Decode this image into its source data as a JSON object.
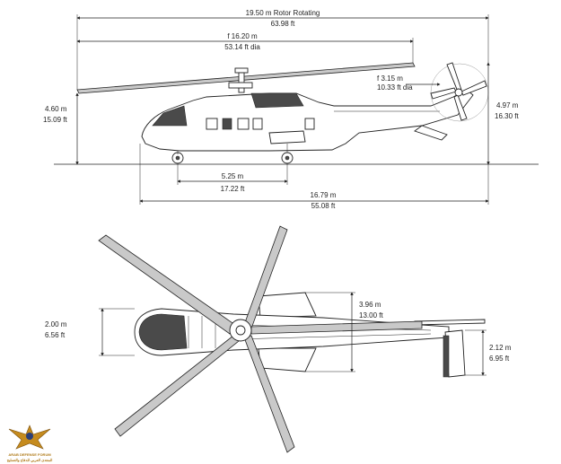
{
  "dimensions": {
    "rotor_m": "19.50 m Rotor Rotating",
    "rotor_ft": "63.98 ft",
    "rotor_dia_m": "f 16.20 m",
    "rotor_dia_ft": "53.14 ft dia",
    "tail_rotor_m": "f 3.15 m",
    "tail_rotor_ft": "10.33 ft dia",
    "height_m": "4.60 m",
    "height_ft": "15.09 ft",
    "tail_height_m": "4.97 m",
    "tail_height_ft": "16.30 ft",
    "wheelbase_m": "5.25 m",
    "wheelbase_ft": "17.22 ft",
    "length_m": "16.79 m",
    "length_ft": "55.08 ft",
    "width_m": "2.00 m",
    "width_ft": "6.56 ft",
    "sponson_m": "3.96 m",
    "sponson_ft": "13.00 ft",
    "stabilizer_m": "2.12 m",
    "stabilizer_ft": "6.95 ft"
  },
  "logo": {
    "line1": "ARAB DEFENSE FORUM",
    "line2": "المنتدى العربي للدفاع والتسليح"
  },
  "colors": {
    "line": "#222222",
    "blade": "#c9c9c9",
    "canopy": "#4a4a4a",
    "logo_gold": "#b07a18"
  }
}
